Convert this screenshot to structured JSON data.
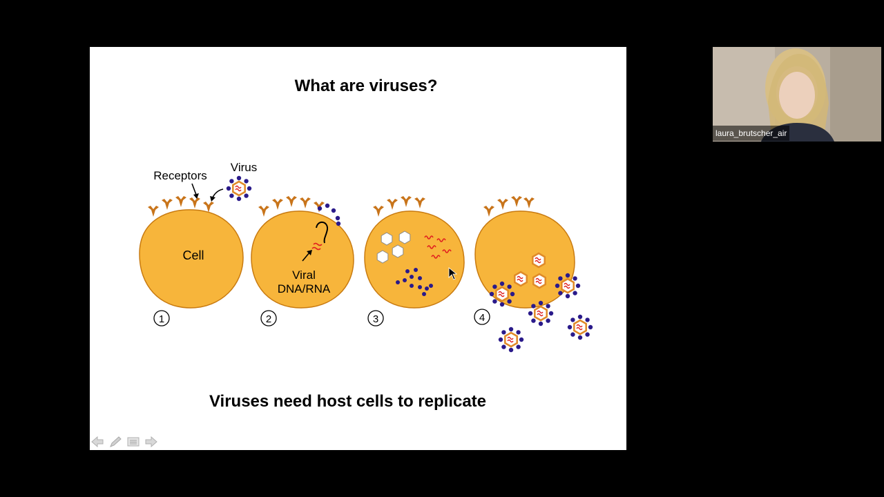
{
  "slide": {
    "title": "What are viruses?",
    "caption": "Viruses need host cells to replicate",
    "labels": {
      "receptors": "Receptors",
      "virus": "Virus",
      "cell": "Cell",
      "viral_1": "Viral",
      "viral_2": "DNA/RNA",
      "step1": "1",
      "step2": "2",
      "step3": "3",
      "step4": "4"
    },
    "colors": {
      "cell_fill": "#f7b53b",
      "cell_stroke": "#c87a10",
      "receptor": "#c8741a",
      "capsid": "#e08a28",
      "spike": "#2a1a8a",
      "nucleic": "#e02020"
    }
  },
  "navigation": {
    "icons": [
      "arrow-left-icon",
      "pen-icon",
      "menu-icon",
      "arrow-right-icon"
    ]
  },
  "participant": {
    "name": "laura_brutscher_air"
  }
}
